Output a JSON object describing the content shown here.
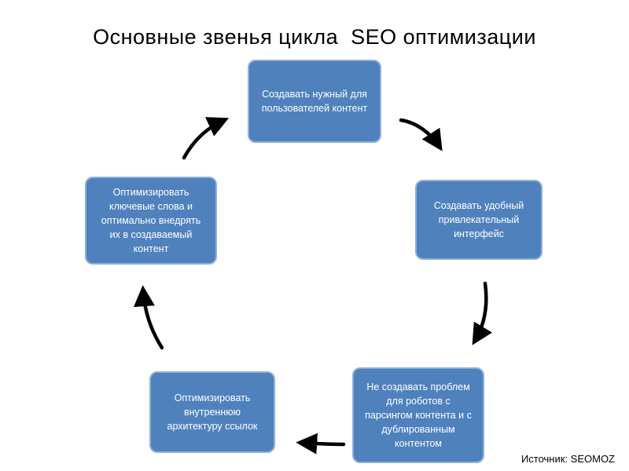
{
  "title": "Основные звенья цикла  SEO оптимизации",
  "source": "Источник: SEOMOZ",
  "colors": {
    "box_fill": "#4f81bd",
    "box_border": "#8eb0d6",
    "box_text": "#ffffff",
    "arrow": "#000000",
    "background": "#ffffff"
  },
  "diagram": {
    "type": "cycle",
    "nodes": [
      {
        "id": "node-top",
        "label": "Создавать нужный для пользователей контент"
      },
      {
        "id": "node-right",
        "label": "Создавать удобный привлекательный интерфейс"
      },
      {
        "id": "node-bottom-right",
        "label": "Не создавать проблем для роботов с парсингом контента и с дублированным контентом"
      },
      {
        "id": "node-bottom-left",
        "label": "Оптимизировать внутреннюю архитектуру ссылок"
      },
      {
        "id": "node-left",
        "label": "Оптимизировать ключевые слова и оптимально внедрять их в создаваемый контент"
      }
    ],
    "edges": [
      {
        "from": "node-top",
        "to": "node-right"
      },
      {
        "from": "node-right",
        "to": "node-bottom-right"
      },
      {
        "from": "node-bottom-right",
        "to": "node-bottom-left"
      },
      {
        "from": "node-bottom-left",
        "to": "node-left"
      },
      {
        "from": "node-left",
        "to": "node-top"
      }
    ]
  }
}
